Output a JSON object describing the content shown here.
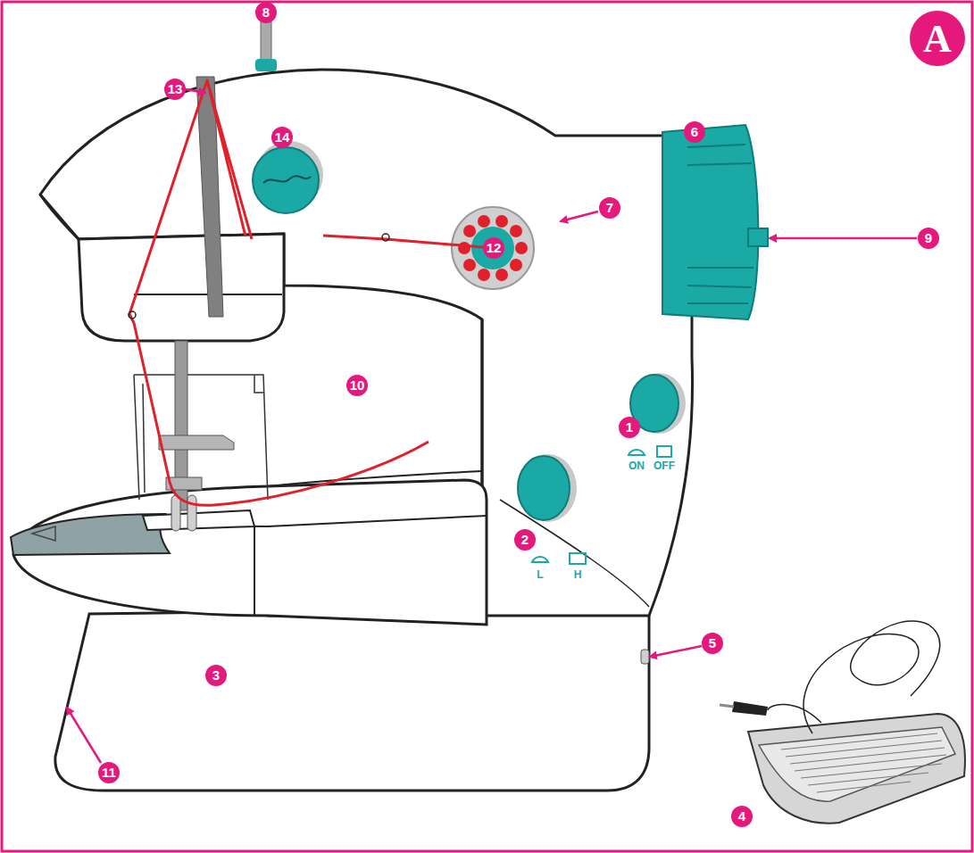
{
  "diagram": {
    "nodes": [
      {
        "text": [
          "A"
        ]
      }
    ],
    "labels": [
      "8",
      "13",
      "6",
      "14",
      "7",
      "12",
      "9",
      "10",
      "1",
      "ON",
      "OFF",
      "2",
      "L",
      "H",
      "3",
      "11",
      "5",
      "4"
    ]
  }
}
